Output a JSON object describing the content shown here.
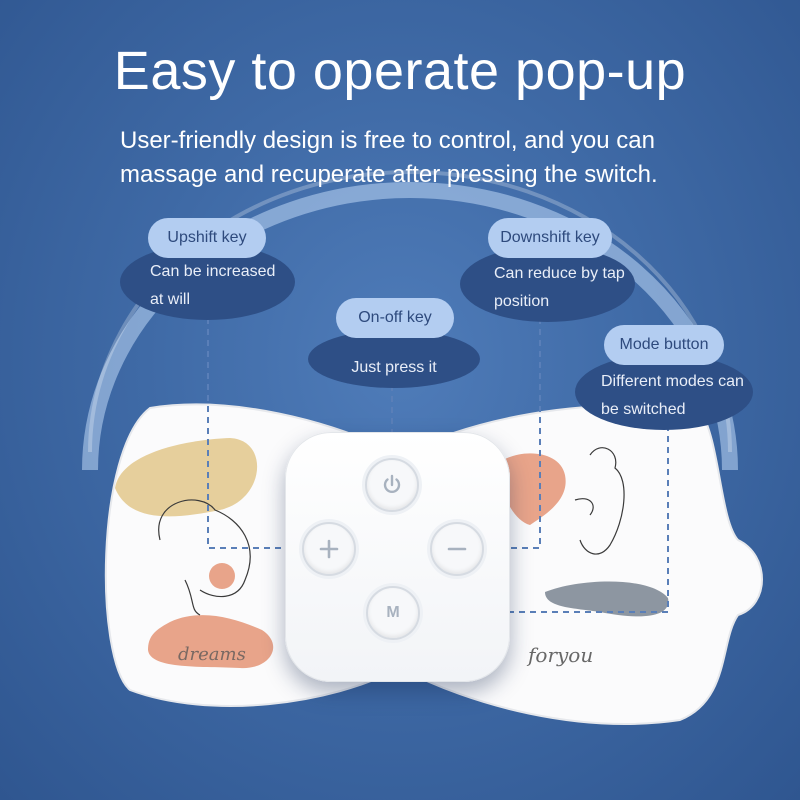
{
  "headline": "Easy to operate pop-up",
  "subheadline_line1": "User-friendly design is free to control, and you can",
  "subheadline_line2": "massage and recuperate after pressing the switch.",
  "callouts": {
    "upshift": {
      "label": "Upshift key",
      "line1": "Can be increased",
      "line2": "at will"
    },
    "onoff": {
      "label": "On-off key",
      "text": "Just press it"
    },
    "downshift": {
      "label": "Downshift key",
      "line1": "Can reduce by tap",
      "line2": "position"
    },
    "mode": {
      "label": "Mode button",
      "line1": "Different modes can",
      "line2": "be switched"
    }
  },
  "device": {
    "power_icon": "power-icon",
    "plus_icon": "plus-icon",
    "minus_icon": "minus-icon",
    "mode_letter": "M",
    "left_script": "dreams",
    "right_script": "foryou"
  },
  "colors": {
    "background": "#3f6aa6",
    "callout_dark": "#2e4f86",
    "callout_light": "#b3cdf1",
    "accent_peach": "#e8a48a",
    "accent_sand": "#e6cf9c",
    "accent_gray": "#8d96a1"
  }
}
